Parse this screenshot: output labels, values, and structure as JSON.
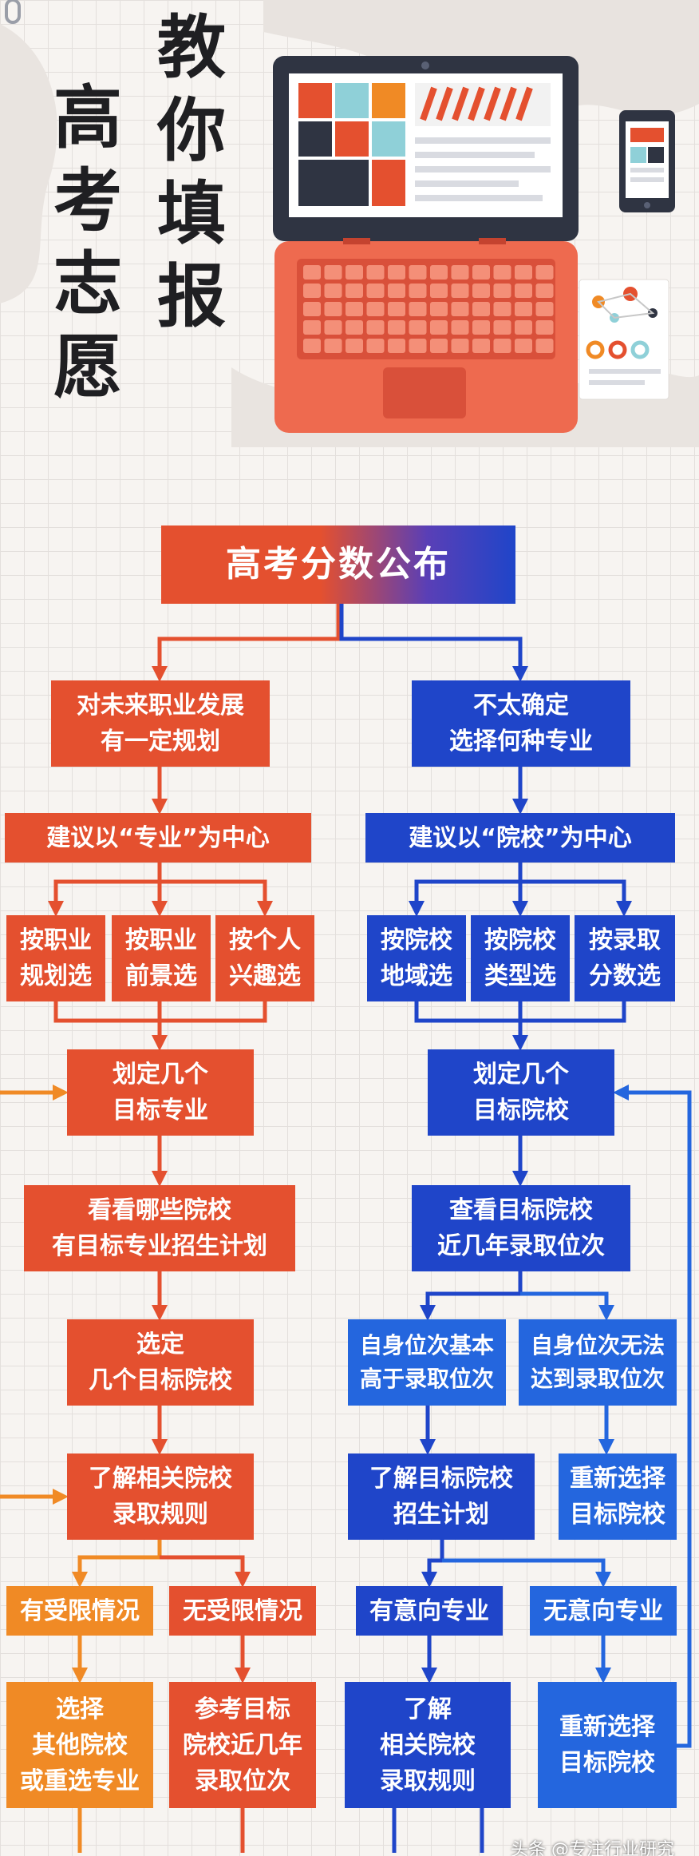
{
  "header": {
    "title_left": "高考志愿",
    "title_right": "教你填报"
  },
  "flow": {
    "top": "高考分数公布",
    "left": {
      "condition": "对未来职业发展\n有一定规划",
      "suggest": "建议以“专业”为中心",
      "options": [
        "按职业\n规划选",
        "按职业\n前景选",
        "按个人\n兴趣选"
      ],
      "define": "划定几个\n目标专业",
      "check": "看看哪些院校\n有目标专业招生计划",
      "select": "选定\n几个目标院校",
      "learn": "了解相关院校\n录取规则",
      "branch_a": "有受限情况",
      "branch_b": "无受限情况",
      "result_a": "选择\n其他院校\n或重选专业",
      "result_b": "参考目标\n院校近几年\n录取位次"
    },
    "right": {
      "condition": "不太确定\n选择何种专业",
      "suggest": "建议以“院校”为中心",
      "options": [
        "按院校\n地域选",
        "按院校\n类型选",
        "按录取\n分数选"
      ],
      "define": "划定几个\n目标院校",
      "check": "查看目标院校\n近几年录取位次",
      "branch_a": "自身位次基本\n高于录取位次",
      "branch_b": "自身位次无法\n达到录取位次",
      "learn": "了解目标院校\n招生计划",
      "reselect1": "重新选择\n目标院校",
      "intent_a": "有意向专业",
      "intent_b": "无意向专业",
      "result_a": "了解\n相关院校\n录取规则",
      "result_b": "重新选择\n目标院校"
    }
  },
  "watermark": "头条 @专注行业研究",
  "colors": {
    "red": "#e4502f",
    "orange": "#f08a25",
    "blue": "#1f45c9",
    "light_blue": "#2466de",
    "laptop_orange": "#ee6a4f",
    "background": "#f7f4f1"
  }
}
